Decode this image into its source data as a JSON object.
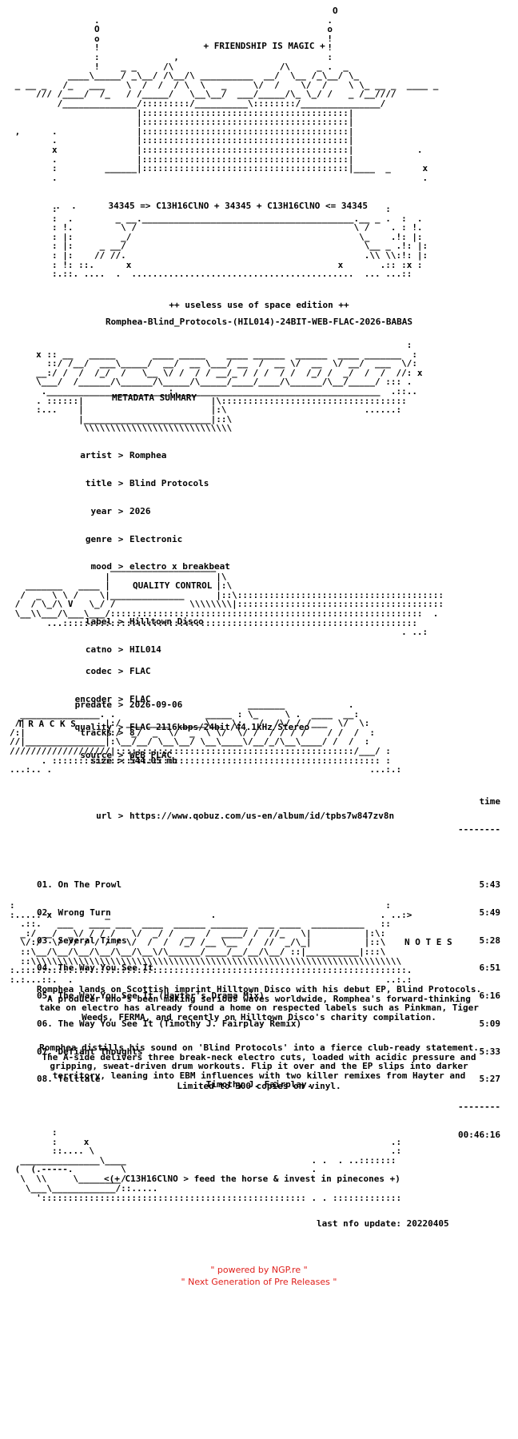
{
  "header": {
    "tagline": "+ FRIENDSHIP IS MAGIC +",
    "formula": "34345 => C13H16ClNO + 34345 + C13H16ClNO <= 34345",
    "edition": "++ useless use of space edition ++",
    "release_name": "Romphea-Blind_Protocols-(HIL014)-24BIT-WEB-FLAC-2026-BABAS"
  },
  "metadata": {
    "section_title": "METADATA SUMMARY",
    "rows": [
      {
        "key": "artist",
        "value": "Romphea"
      },
      {
        "key": "title",
        "value": "Blind Protocols"
      },
      {
        "key": "year",
        "value": "2026"
      },
      {
        "key": "genre",
        "value": "Electronic"
      },
      {
        "key": "mood",
        "value": "electro x breakbeat"
      },
      {
        "key": "label",
        "value": "Hilltown Disco"
      },
      {
        "key": "catno",
        "value": "HIL014"
      },
      {
        "key": "predate",
        "value": "2026-09-06"
      },
      {
        "key": "tracks",
        "value": "8"
      },
      {
        "key": "size",
        "value": "544.05 mb"
      },
      {
        "key": "url",
        "value": "https://www.qobuz.com/us-en/album/id/tpbs7w847zv8n"
      }
    ]
  },
  "quality": {
    "section_title": "QUALITY CONTROL",
    "rows": [
      {
        "key": "codec",
        "value": "FLAC"
      },
      {
        "key": "encoder",
        "value": "FLAC"
      },
      {
        "key": "quality",
        "value": "FLAC 2116kbps/24bit/44.1kHz/Stereo"
      },
      {
        "key": "source",
        "value": "WEB FLAC"
      }
    ]
  },
  "tracks": {
    "section_title": "T R A C K S",
    "time_header": "time",
    "rule": "--------",
    "list": [
      {
        "name": "01. On The Prowl",
        "time": "5:43"
      },
      {
        "name": "02. Wrong Turn",
        "time": "5:49"
      },
      {
        "name": "03. Several Times",
        "time": "5:28"
      },
      {
        "name": "04. The Way You See It",
        "time": "6:51"
      },
      {
        "name": "05. The Way You See It (Hayter's Drama Mix)",
        "time": "6:16"
      },
      {
        "name": "06. The Way You See It (Timothy J. Fairplay Remix)",
        "time": "5:09"
      },
      {
        "name": "07. Defiant Thoughts",
        "time": "5:33"
      },
      {
        "name": "08. Telltale",
        "time": "5:27"
      }
    ],
    "total": "00:46:16"
  },
  "notes": {
    "section_title": "N O T E S",
    "paragraph1": "Romphea lands on Scottish imprint Hilltown Disco with his debut EP, Blind Protocols. A producer who's been making serious waves worldwide, Romphea's forward-thinking take on electro has already found a home on respected labels such as Pinkman, Tiger Weeds, FERMA, and recently on Hilltown Disco's charity compilation.",
    "paragraph2": "Romphea distills his sound on 'Blind Protocols' into a fierce club-ready statement. The A-side delivers three break-neck electro cuts, loaded with acidic pressure and gripping, sweat-driven drum workouts. Flip it over and the EP slips into darker territory, leaning into EBM influences with two killer remixes from Hayter and Timothy J. Fairplay.",
    "paragraph3": "Limited to 300 copies on vinyl."
  },
  "outro": {
    "slogan": "<(+ C13H16ClNO > feed the horse & invest in pinecones +)",
    "last_update": "last nfo update: 20220405"
  },
  "footer": {
    "powered": "\" powered by NGP.re \"",
    "ngp": "\" Next Generation of Pre Releases \"",
    "color": "#e0201c"
  }
}
